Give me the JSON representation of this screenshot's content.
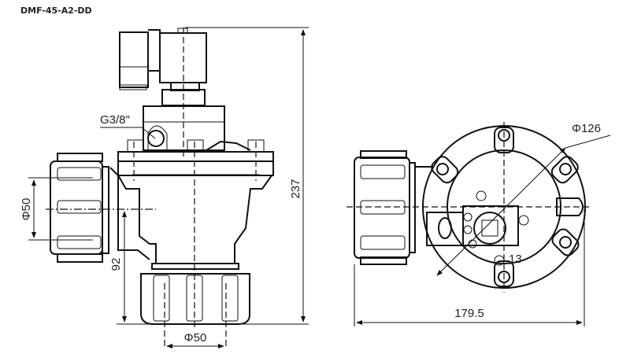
{
  "title": "DMF-45-A2-DD",
  "side_view": {
    "port_label": "G3/8″",
    "inlet_diameter": "Φ50",
    "outlet_height": "92",
    "total_height": "237",
    "outlet_diameter": "Φ50"
  },
  "top_view": {
    "flange_diameter": "Φ126",
    "hole_label": "13",
    "total_width": "179.5"
  }
}
